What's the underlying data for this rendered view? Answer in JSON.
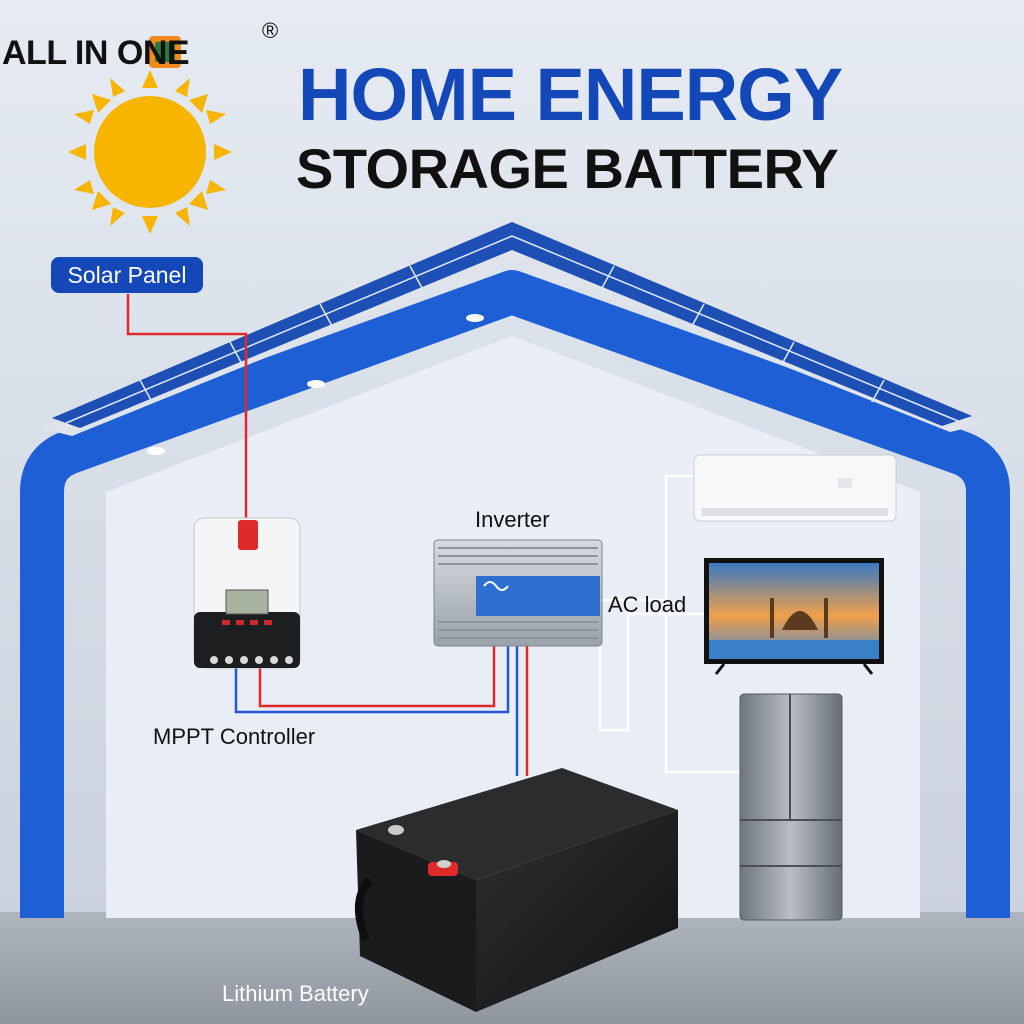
{
  "header": {
    "brand": "ALL IN ONE",
    "registered_mark": "®",
    "title_line1": "HOME ENERGY",
    "title_line2": "STORAGE BATTERY"
  },
  "labels": {
    "solar_panel": "Solar Panel",
    "inverter": "Inverter",
    "ac_load": "AC load",
    "mppt_controller": "MPPT Controller",
    "lithium_battery": "Lithium Battery"
  },
  "colors": {
    "brand_blue": "#1448b8",
    "wire_red": "#e02a2a",
    "wire_blue": "#2457d6",
    "wire_white": "#ffffff",
    "sun": "#f7b500"
  },
  "icons": [
    "sun-icon",
    "solar-panel-roof",
    "mppt-controller-device",
    "inverter-device",
    "air-conditioner",
    "television",
    "refrigerator",
    "lithium-battery"
  ]
}
